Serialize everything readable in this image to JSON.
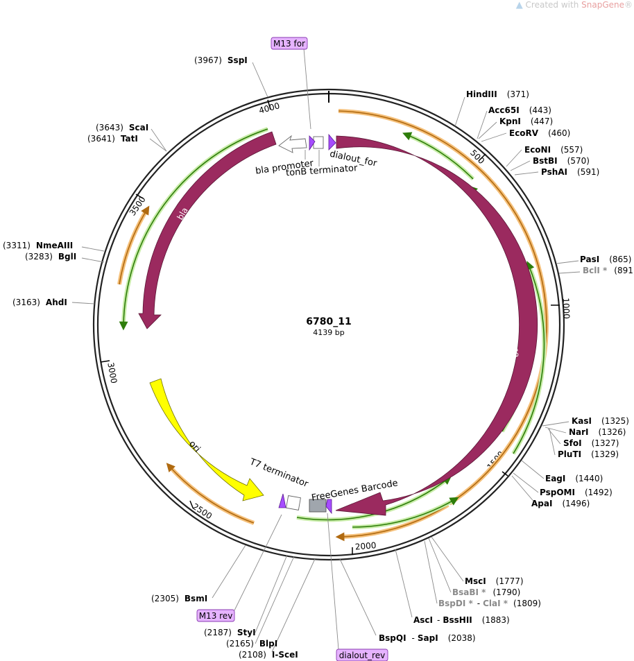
{
  "watermark": {
    "prefix": "Created with ",
    "brand": "SnapGene",
    "suffix": "®"
  },
  "plasmid": {
    "name": "6780_11",
    "length_label": "4139 bp"
  },
  "ticks": [
    "4000",
    "500",
    "1000",
    "1500",
    "2000",
    "2500",
    "3000",
    "3500"
  ],
  "features": {
    "bla": "bla",
    "ecoli": "E. coli DNA Ligase",
    "ori": "ori",
    "bla_promoter": "bla promoter",
    "tonB": "tonB terminator",
    "dialout_for": "dialout_for",
    "t7": "T7 terminator",
    "barcode": "FreeGenes Barcode"
  },
  "primers": {
    "m13_for": "M13 for",
    "m13_rev": "M13 rev",
    "dialout_rev": "dialout_rev"
  },
  "sites": [
    {
      "name": "SspI",
      "pos": "(3967)"
    },
    {
      "name": "ScaI",
      "pos": "(3643)"
    },
    {
      "name": "TatI",
      "pos": "(3641)"
    },
    {
      "name": "NmeAIII",
      "pos": "(3311)"
    },
    {
      "name": "BglI",
      "pos": "(3283)"
    },
    {
      "name": "AhdI",
      "pos": "(3163)"
    },
    {
      "name": "HindIII",
      "pos": "(371)"
    },
    {
      "name": "Acc65I",
      "pos": "(443)"
    },
    {
      "name": "KpnI",
      "pos": "(447)"
    },
    {
      "name": "EcoRV",
      "pos": "(460)"
    },
    {
      "name": "EcoNI",
      "pos": "(557)"
    },
    {
      "name": "BstBI",
      "pos": "(570)"
    },
    {
      "name": "PshAI",
      "pos": "(591)"
    },
    {
      "name": "PasI",
      "pos": "(865)"
    },
    {
      "name": "BclI *",
      "pos": "(891)"
    },
    {
      "name": "KasI",
      "pos": "(1325)"
    },
    {
      "name": "NarI",
      "pos": "(1326)"
    },
    {
      "name": "SfoI",
      "pos": "(1327)"
    },
    {
      "name": "PluTI",
      "pos": "(1329)"
    },
    {
      "name": "EagI",
      "pos": "(1440)"
    },
    {
      "name": "PspOMI",
      "pos": "(1492)"
    },
    {
      "name": "ApaI",
      "pos": "(1496)"
    },
    {
      "name": "MscI",
      "pos": "(1777)"
    },
    {
      "name": "BsaBI *",
      "pos": "(1790)"
    },
    {
      "name": "BspDI *",
      "sep": "-",
      "name2": "ClaI *",
      "pos": "(1809)"
    },
    {
      "name": "AscI",
      "sep": "-",
      "name2": "BssHII",
      "pos": "(1883)"
    },
    {
      "name": "BspQI",
      "sep": "-",
      "name2": "SapI",
      "pos": "(2038)"
    },
    {
      "name": "BsmI",
      "pos": "(2305)"
    },
    {
      "name": "StyI",
      "pos": "(2187)"
    },
    {
      "name": "BlpI",
      "pos": "(2165)"
    },
    {
      "name": "I-SceI",
      "pos": "(2108)"
    }
  ],
  "colors": {
    "feature_maroon": "#9b2a5f",
    "ori_yellow": "#ffff00",
    "primer_purple": "#a64dff",
    "primer_label_bg": "#e6b3ff",
    "orf_orange": "#f5c07a",
    "orf_green": "#c8eca8",
    "barcode_gray": "#a0a6ad"
  }
}
